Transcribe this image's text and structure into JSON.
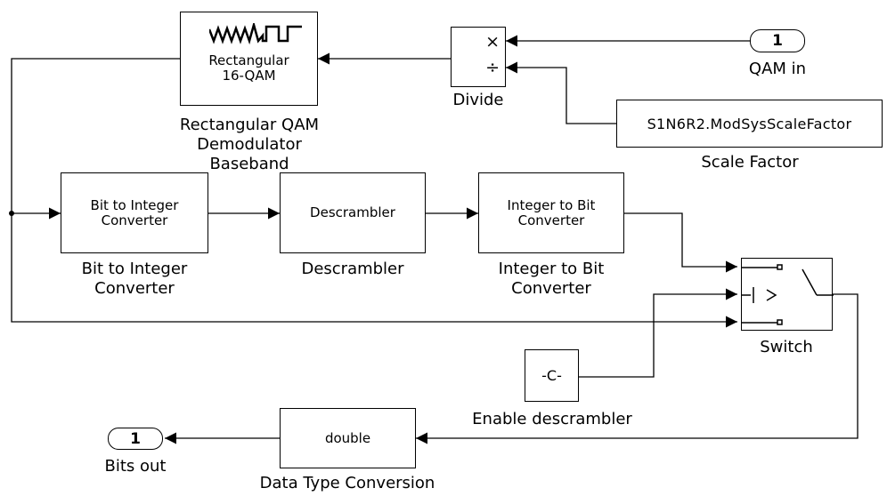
{
  "blocks": {
    "demod": {
      "inner_line1": "Rectangular",
      "inner_line2": "16-QAM",
      "caption": "Rectangular QAM\nDemodulator\nBaseband",
      "icon": "waveform-icon"
    },
    "divide": {
      "caption": "Divide",
      "op_multiply": "×",
      "op_divide": "÷"
    },
    "qam_in": {
      "port_number": "1",
      "caption": "QAM in"
    },
    "scale_factor": {
      "inner": "S1N6R2.ModSysScaleFactor",
      "caption": "Scale Factor"
    },
    "bit_to_int": {
      "inner": "Bit to Integer\nConverter",
      "caption": "Bit to Integer\nConverter"
    },
    "descrambler": {
      "inner": "Descrambler",
      "caption": "Descrambler"
    },
    "int_to_bit": {
      "inner": "Integer to Bit\nConverter",
      "caption": "Integer to Bit\nConverter"
    },
    "switch": {
      "caption": "Switch",
      "threshold_symbol": ">"
    },
    "constant": {
      "inner": "-C-",
      "caption": "Enable descrambler"
    },
    "dtc": {
      "inner": "double",
      "caption": "Data Type Conversion"
    },
    "bits_out": {
      "port_number": "1",
      "caption": "Bits out"
    }
  },
  "colors": {
    "line": "#000000",
    "background": "#ffffff"
  }
}
